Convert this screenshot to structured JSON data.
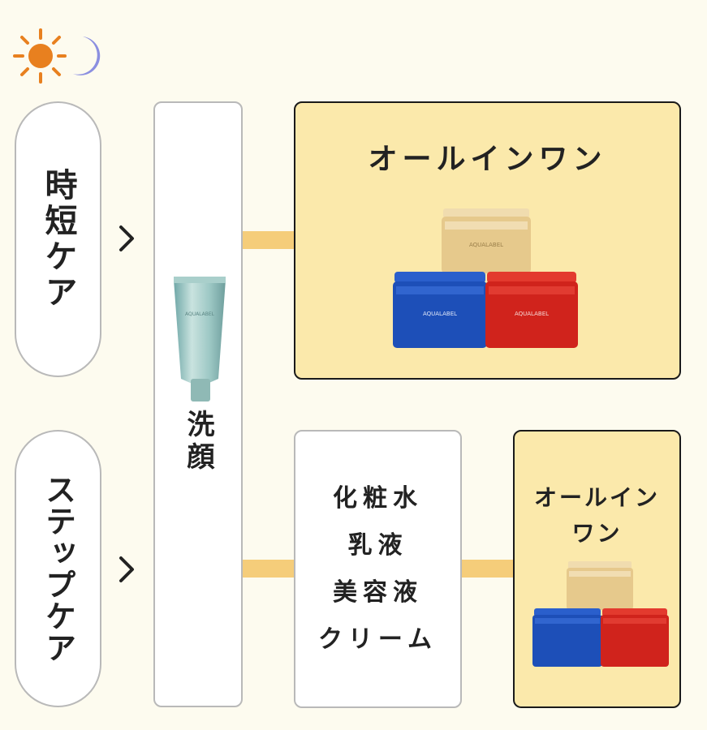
{
  "icons": {
    "sun": "sun-icon",
    "moon": "moon-icon",
    "chevron": "chevron-right-icon",
    "tube": "cleanser-tube",
    "jars": "cream-jar-stack"
  },
  "colors": {
    "background": "#fdfbef",
    "highlight_box": "#fbe9ab",
    "connector": "#f5cd7a",
    "sun": "#e8801f",
    "moon": "#8b8fe0",
    "jar_gold": "#e6c98c",
    "jar_blue": "#1d4fb8",
    "jar_red": "#d0231c"
  },
  "routes": {
    "short": {
      "label": "時短ケア"
    },
    "step": {
      "label": "ステップケア"
    }
  },
  "wash": {
    "label": "洗顔"
  },
  "allinone": {
    "title": "オールインワン",
    "title_line1": "オールイン",
    "title_line2": "ワン",
    "brand": "AQUALABEL"
  },
  "steps": [
    "化粧水",
    "乳液",
    "美容液",
    "クリーム"
  ]
}
